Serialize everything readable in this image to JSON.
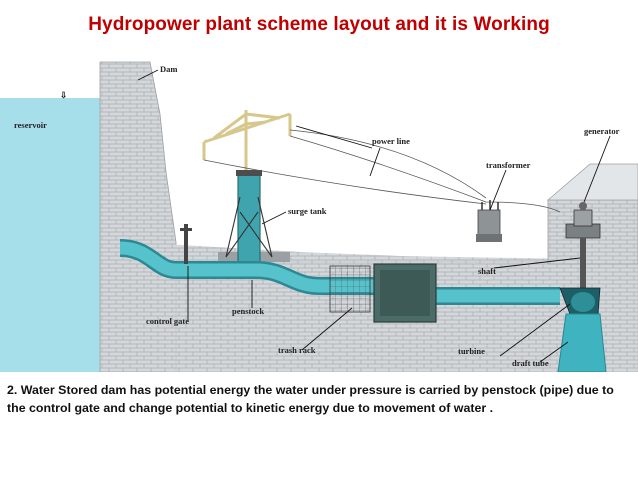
{
  "title": "Hydropower plant scheme layout and it is Working",
  "labels": {
    "dam": "Dam",
    "reservoir": "reservoir",
    "power_line": "power line",
    "generator": "generator",
    "transformer": "transformer",
    "surge_tank": "surge tank",
    "shaft": "shaft",
    "control_gate": "control gate",
    "penstock": "penstock",
    "trash_rack": "trash rack",
    "turbine": "turbine",
    "draft_tube": "draft tube"
  },
  "caption": "2. Water Stored dam has potential energy  the water under pressure is carried by penstock (pipe) due to the  control  gate  and change  potential to kinetic energy due to movement of water .",
  "colors": {
    "title": "#c00000",
    "water": "#9fdde8",
    "pipe": "#3fb3bf",
    "brick": "#cfd3d6"
  }
}
